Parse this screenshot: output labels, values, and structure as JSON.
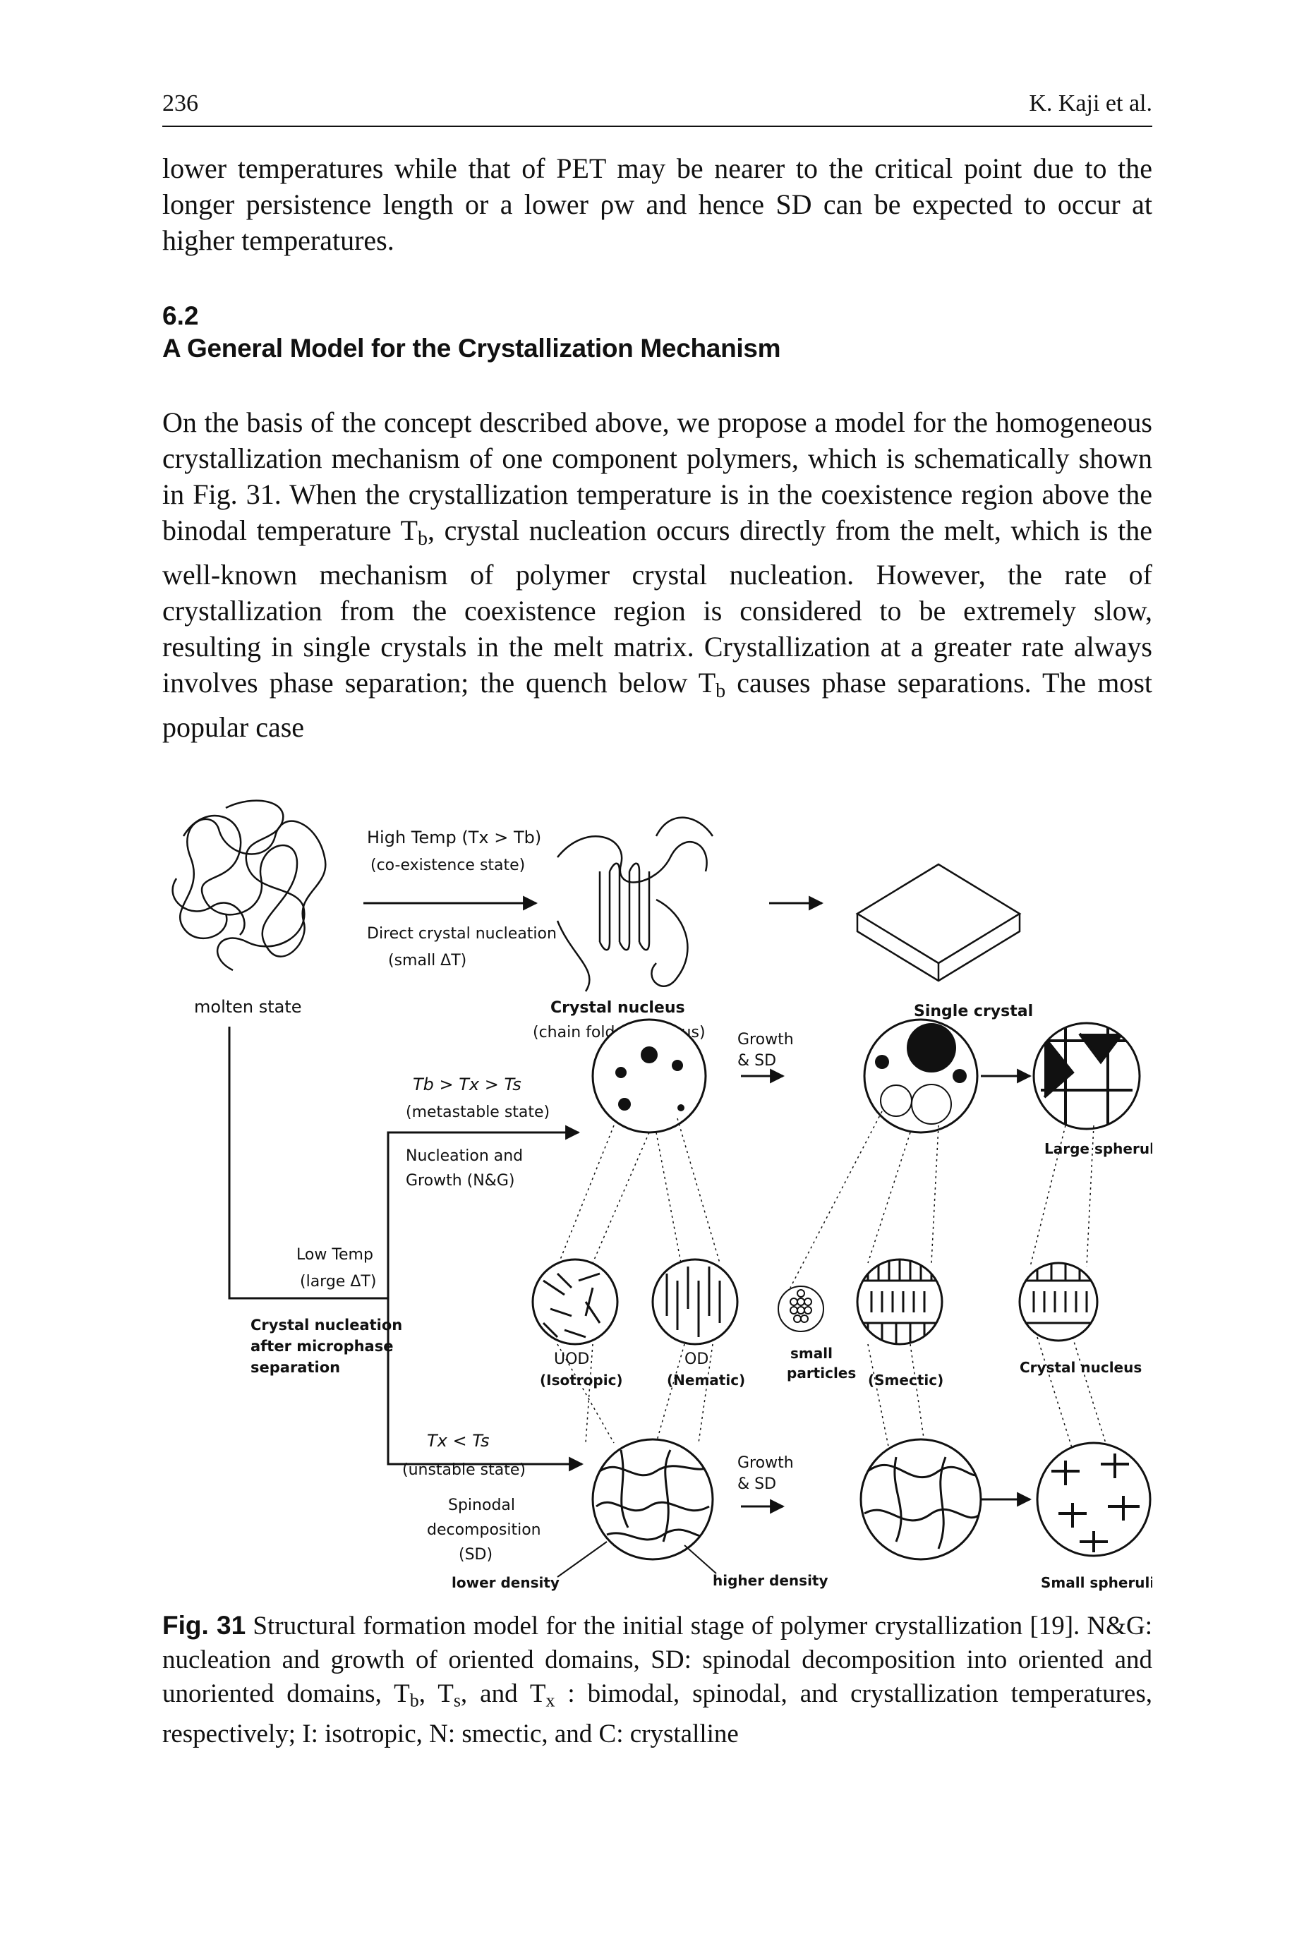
{
  "header": {
    "page_number": "236",
    "running_head": "K. Kaji et al."
  },
  "intro_paragraph": "lower temperatures while that of PET may be nearer to the critical point due to the longer persistence length or a lower ρw and hence SD can be expected to occur at higher temperatures.",
  "section": {
    "number": "6.2",
    "title": "A General Model for the Crystallization Mechanism"
  },
  "body_paragraph": {
    "part1": "On the basis of the concept described above, we propose a model for the homogeneous crystallization mechanism of one component polymers, which is schematically shown in Fig. 31. When the crystallization temperature is in the coexistence region above the binodal temperature T",
    "sub1": "b",
    "part2": ", crystal nucleation occurs directly from the melt, which is the well-known mechanism of polymer crystal nucleation. However, the rate of crystallization from the coexistence region is considered to be extremely slow, resulting in single crystals in the melt matrix. Crystallization at a greater rate always involves phase separation; the quench below T",
    "sub2": "b",
    "part3": " causes phase separations. The most popular case"
  },
  "figure": {
    "molten_state": "molten state",
    "high_temp": "High Temp (Tx > Tb)",
    "coexistence": "(co-existence state)",
    "direct_nucleation": "Direct crystal nucleation",
    "small_dt": "(small ΔT)",
    "crystal_nucleus": "Crystal nucleus",
    "chain_folded": "(chain folded nucleus)",
    "single_crystal": "Single crystal",
    "metastable_cond": "Tb > Tx > Ts",
    "metastable": "(metastable state)",
    "nucleation_growth_1": "Nucleation and",
    "nucleation_growth_2": "Growth (N&G)",
    "growth_sd_1": "Growth",
    "growth_sd_2": "& SD",
    "large_spherulites": "Large spherulites",
    "low_temp": "Low Temp",
    "large_dt": "(large ΔT)",
    "crystal_nucleation_after_1": "Crystal nucleation",
    "crystal_nucleation_after_2": "after microphase",
    "crystal_nucleation_after_3": "separation",
    "uod": "UOD",
    "isotropic": "(Isotropic)",
    "od": "OD",
    "nematic": "(Nematic)",
    "small_particles_1": "small",
    "small_particles_2": "particles",
    "smectic": "(Smectic)",
    "crystal_nucleus_2": "Crystal nucleus",
    "unstable_cond": "Tx < Ts",
    "unstable": "(unstable state)",
    "spinodal_1": "Spinodal",
    "spinodal_2": "decomposition",
    "spinodal_3": "(SD)",
    "lower_density": "lower density",
    "higher_density": "higher density",
    "small_spherulites": "Small spherulites"
  },
  "caption": {
    "label": "Fig. 31",
    "text1": "Structural formation model for the initial stage of polymer crystallization [19]. N&G: nucleation and growth of oriented domains, SD: spinodal decomposition into oriented and unoriented domains, T",
    "sub_b": "b",
    "sep1": ", T",
    "sub_s": "s",
    "sep2": ", and T",
    "sub_x": "x",
    "text2": " : bimodal, spinodal, and crystallization temperatures, respectively; I: isotropic, N: smectic, and C: crystalline"
  }
}
